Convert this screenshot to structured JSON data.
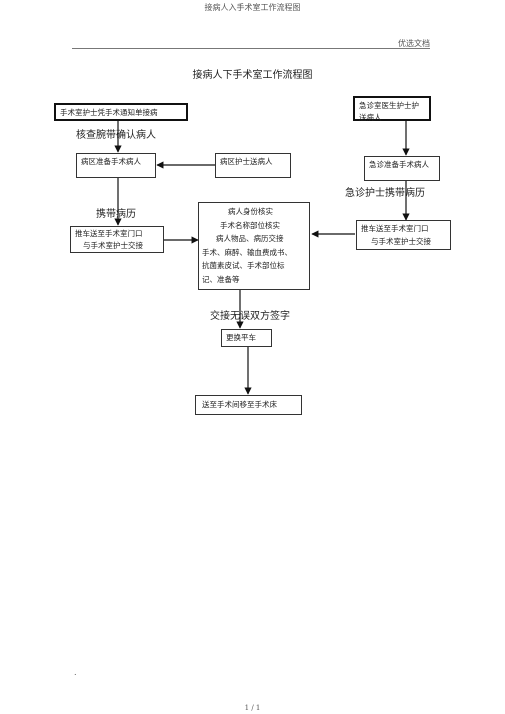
{
  "header": {
    "doc_title": "接病人入手术室工作流程图",
    "tag": "优选文档"
  },
  "diagram": {
    "title": "接病人下手术室工作流程图",
    "nodes": {
      "notify": "手术室护士凭手术通知单接病",
      "check_label": "核查腕带确认病人",
      "ward_prep": "病区准备手术病人",
      "ward_nurse": "病区护士送病人",
      "carry_label_left": "携带病历",
      "cart_left_line1": "推车送至手术室门口",
      "cart_left_line2": "与手术室护士交接",
      "verify_lines": [
        "病人身份核实",
        "手术名称部位核实",
        "病人物品、病历交接",
        "手术、麻醉、输血费成书、",
        "抗菌素皮试、手术部位标",
        "记、准备等"
      ],
      "er_doctor": "急诊室医生护士护送病人",
      "er_prep": "急诊准备手术病人",
      "carry_label_right": "急诊护士携带病历",
      "cart_right_line1": "推车送至手术室门口",
      "cart_right_line2": "与手术室护士交接",
      "sign_label": "交接无误双方签字",
      "change_cart": "更换平车",
      "to_bed": "送至手术间移至手术床"
    }
  },
  "footer": {
    "page": "1 / 1",
    "dot": "."
  }
}
